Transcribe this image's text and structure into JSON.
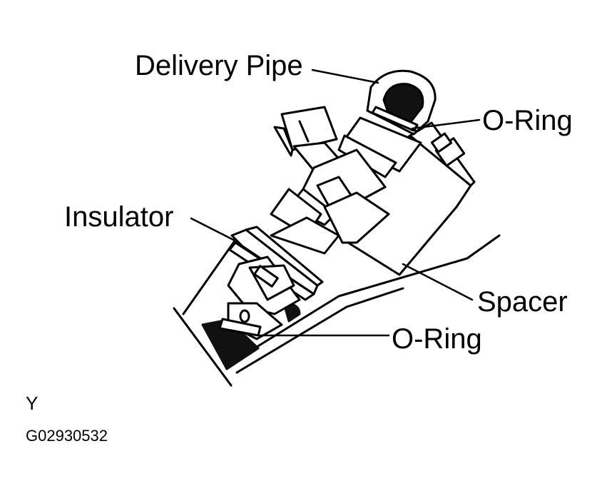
{
  "labels": {
    "delivery_pipe": "Delivery Pipe",
    "o_ring_top": "O-Ring",
    "insulator": "Insulator",
    "spacer": "Spacer",
    "o_ring_bottom": "O-Ring",
    "view_letter": "Y",
    "figure_code": "G02930532"
  },
  "colors": {
    "line": "#000000",
    "fill": "#ffffff",
    "seal": "#111111"
  }
}
